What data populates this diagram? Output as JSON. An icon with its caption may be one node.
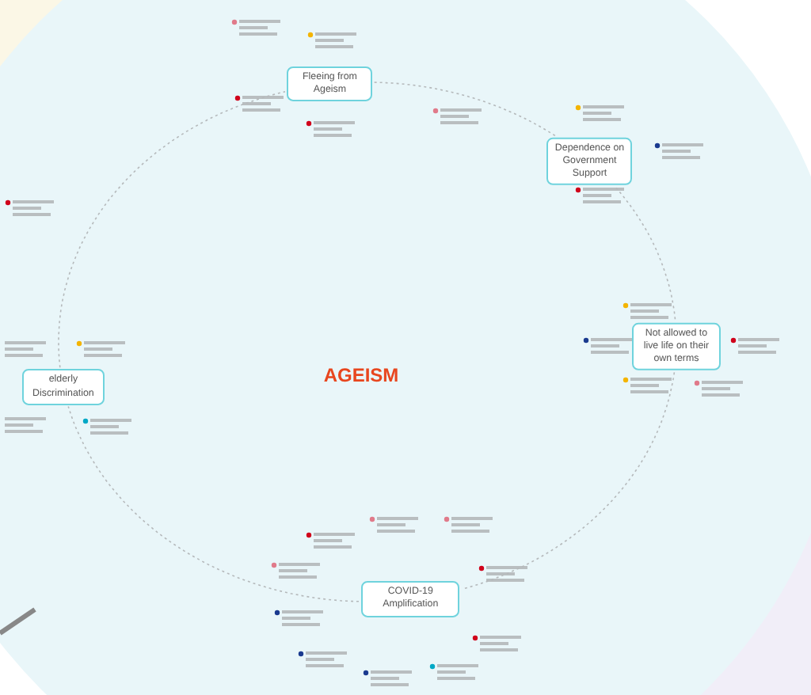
{
  "diagram": {
    "nodes": [
      {
        "text": [
          "AGEISM"
        ]
      },
      {
        "text": [
          "Fleeing from Ageism"
        ]
      },
      {
        "text": [
          "Dependence on Government Support"
        ]
      },
      {
        "text": [
          "Not allowed to live life on their own terms"
        ]
      },
      {
        "text": [
          "COVID-19 Amplification"
        ]
      },
      {
        "text": [
          "elderly Discrimination"
        ]
      }
    ],
    "edges": [
      {
        "from": 1,
        "to": 2,
        "arrow": "none",
        "style": "dashed"
      },
      {
        "from": 2,
        "to": 3,
        "arrow": "none",
        "style": "dashed"
      },
      {
        "from": 3,
        "to": 4,
        "arrow": "none",
        "style": "dashed"
      },
      {
        "from": 4,
        "to": 5,
        "arrow": "none",
        "style": "dashed"
      },
      {
        "from": 5,
        "to": 1,
        "arrow": "none",
        "style": "dashed"
      }
    ]
  }
}
